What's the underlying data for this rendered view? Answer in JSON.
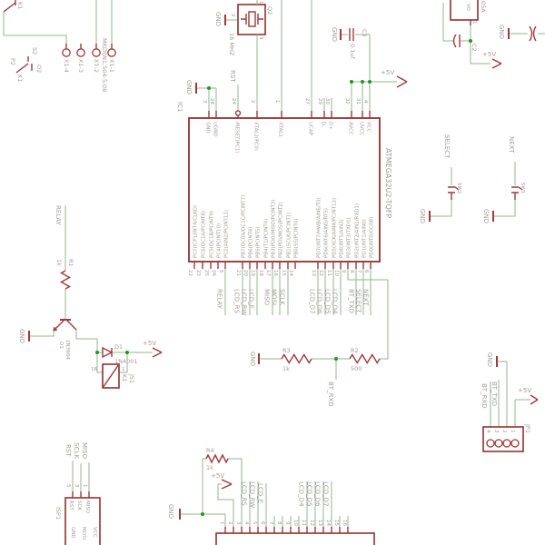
{
  "colors": {
    "wire": "#93b493",
    "junction": "#21961e",
    "symbol": "#9e3a38",
    "text": "#a39b96"
  },
  "power": {
    "p5v": "+5V",
    "gnd": "GND"
  },
  "contacts": {
    "k1": "K1",
    "p2": "P2",
    "s2": "S2",
    "o2": "O2"
  },
  "terminal_block": {
    "part": "MKDSN1,504-5,08",
    "pins": [
      "X1-1",
      "X1-2",
      "X1-3",
      "X1-4"
    ]
  },
  "crystal": {
    "ref": "Q2",
    "value": "16 MHZ",
    "pin1": "1",
    "pin2": "2",
    "pin3": "3"
  },
  "c3": {
    "ref": "C3",
    "value": "0.1uf"
  },
  "regulator": {
    "pin_vo": "VO",
    "part_fragment": "05A",
    "pin1": "1"
  },
  "c2": {
    "ref": "C2"
  },
  "rst": "RST",
  "ic": {
    "ref": "IC1",
    "part": "ATMEGA32U2-TQFP",
    "top_pins": [
      {
        "num": "3",
        "name": "GND"
      },
      {
        "num": "28",
        "name": "UGND"
      },
      {
        "num": "24",
        "name": "/RESET(PC1)"
      },
      {
        "num": "2",
        "name": "XTAL2(PC0)"
      },
      {
        "num": "1",
        "name": "XTAL1"
      },
      {
        "num": "27",
        "name": "UCAP"
      },
      {
        "num": "29",
        "name": "D-"
      },
      {
        "num": "30",
        "name": "D+"
      },
      {
        "num": "32",
        "name": "AVCC"
      },
      {
        "num": "31",
        "name": "UVCC"
      },
      {
        "num": "4",
        "name": "VCC"
      }
    ],
    "bottom_pins": [
      {
        "num": "22",
        "name": "PC7(ICP1/INT4/CLKO)"
      },
      {
        "num": "23",
        "name": "PC6(OC1A/PCINT8)"
      },
      {
        "num": "25",
        "name": "PC5(OC1B/PCINT9)"
      },
      {
        "num": "26",
        "name": "PC4(PCINT10)"
      },
      {
        "num": "5",
        "name": "PC2(AIN2/PCINT11)"
      },
      {
        "num": "21",
        "name": "PB7(OC0A/OC1C/PCINT7)"
      },
      {
        "num": "20",
        "name": "PB6(PCINT6)"
      },
      {
        "num": "19",
        "name": "PB5(PCINT5)"
      },
      {
        "num": "18",
        "name": "PB4(T1/PCINT4)"
      },
      {
        "num": "17",
        "name": "PB3(PDO/MISO/PCINT3)"
      },
      {
        "num": "16",
        "name": "PB2(PDI/MOSI/PCINT2)"
      },
      {
        "num": "15",
        "name": "PB1(SCLK/PCINT1)"
      },
      {
        "num": "14",
        "name": "PB0(SS/PCINT0)"
      },
      {
        "num": "13",
        "name": "PD7(INT7/HWB/AIN6/T0)"
      },
      {
        "num": "12",
        "name": "PD6(INT6/AIN5/RTS)"
      },
      {
        "num": "11",
        "name": "PD5(XCK/AIN4/PCINT12)"
      },
      {
        "num": "10",
        "name": "PD4(INT5/AIN3)"
      },
      {
        "num": "9",
        "name": "PD3(INT3/TXD1)"
      },
      {
        "num": "8",
        "name": "PD2(INT2/AIN1/RXD1)"
      },
      {
        "num": "7",
        "name": "PD1(INT1/AIN0)"
      },
      {
        "num": "6",
        "name": "PD0(INT0/OC0B)"
      }
    ]
  },
  "nets": {
    "relay": "RELAY",
    "lcd_rs": "LCD_RS",
    "lcd_rw": "LCD_RW",
    "lcd_e": "LCD_E",
    "miso": "MISO",
    "mosi": "MOSI",
    "sclk": "SCLK",
    "lcd_d7": "LCD_D7",
    "lcd_d6": "LCD_D6",
    "lcd_d5": "LCD_D5",
    "lcd_d4": "LCD_D4",
    "bt_txd": "BT_TXD",
    "bt_rxd": "BT_RXD",
    "select": "SELECT",
    "next": "NEXT"
  },
  "relay_driver": {
    "r1": "R1",
    "r1_value": "1k",
    "q1": "Q1",
    "q1_part": "2N3904",
    "d1": "D1",
    "d1_part": "1N4001",
    "k1": "K1",
    "k1_part": "JS1",
    "pin16": "16",
    "pin1": "1"
  },
  "divider": {
    "r3": "R3",
    "r3_value": "1k",
    "r2": "R2",
    "r2_value": "500"
  },
  "buttons": {
    "sw2": "SW2",
    "sw1": "SW1"
  },
  "jp1": {
    "ref": "JP1",
    "pins": [
      "1",
      "2",
      "3",
      "4"
    ]
  },
  "isp": {
    "ref": "ISP1",
    "pin_numbers": [
      "1",
      "3",
      "5"
    ],
    "top_names": [
      "MISO",
      "SCK",
      "RST"
    ],
    "bottom_names": [
      "VCC",
      "MOSI",
      "GND"
    ]
  },
  "lcd": {
    "r4": "R4",
    "r4_value": "1k",
    "pin_numbers": [
      "1",
      "2",
      "3",
      "4",
      "5",
      "6",
      "7",
      "8",
      "9",
      "10",
      "11",
      "12",
      "13",
      "14",
      "15",
      "16"
    ]
  }
}
